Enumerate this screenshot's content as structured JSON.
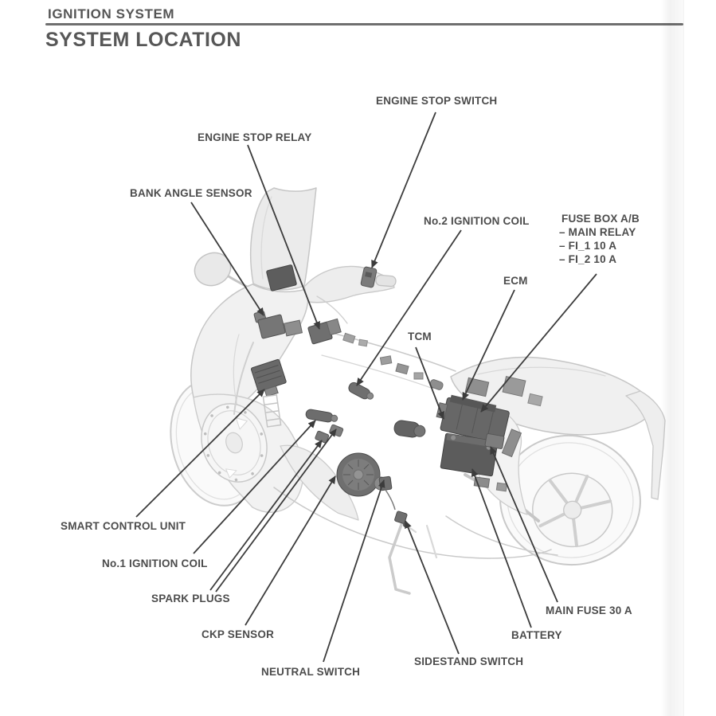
{
  "page": {
    "header": "IGNITION SYSTEM",
    "title": "SYSTEM LOCATION"
  },
  "diagram": {
    "labels": [
      {
        "id": "engine-stop-switch",
        "text": "ENGINE STOP SWITCH"
      },
      {
        "id": "engine-stop-relay",
        "text": "ENGINE STOP RELAY"
      },
      {
        "id": "bank-angle-sensor",
        "text": "BANK ANGLE SENSOR"
      },
      {
        "id": "no2-ignition-coil",
        "text": "No.2 IGNITION COIL"
      },
      {
        "id": "fuse-box-line1",
        "text": "FUSE BOX A/B"
      },
      {
        "id": "fuse-box-line2",
        "text": "– MAIN RELAY"
      },
      {
        "id": "fuse-box-line3",
        "text": "– FI_1 10 A"
      },
      {
        "id": "fuse-box-line4",
        "text": "– FI_2 10 A"
      },
      {
        "id": "ecm",
        "text": "ECM"
      },
      {
        "id": "tcm",
        "text": "TCM"
      },
      {
        "id": "smart-control-unit",
        "text": "SMART CONTROL UNIT"
      },
      {
        "id": "no1-ignition-coil",
        "text": "No.1 IGNITION COIL"
      },
      {
        "id": "spark-plugs",
        "text": "SPARK PLUGS"
      },
      {
        "id": "ckp-sensor",
        "text": "CKP SENSOR"
      },
      {
        "id": "neutral-switch",
        "text": "NEUTRAL SWITCH"
      },
      {
        "id": "main-fuse",
        "text": "MAIN FUSE 30 A"
      },
      {
        "id": "battery",
        "text": "BATTERY"
      },
      {
        "id": "sidestand-switch",
        "text": "SIDESTAND SWITCH"
      }
    ],
    "colors": {
      "label_text": "#4c4c4c",
      "leader_line": "#3c3c3c",
      "header_text": "#555555",
      "ghost_line": "#c6c6c6",
      "component_dark": "#696969"
    }
  }
}
